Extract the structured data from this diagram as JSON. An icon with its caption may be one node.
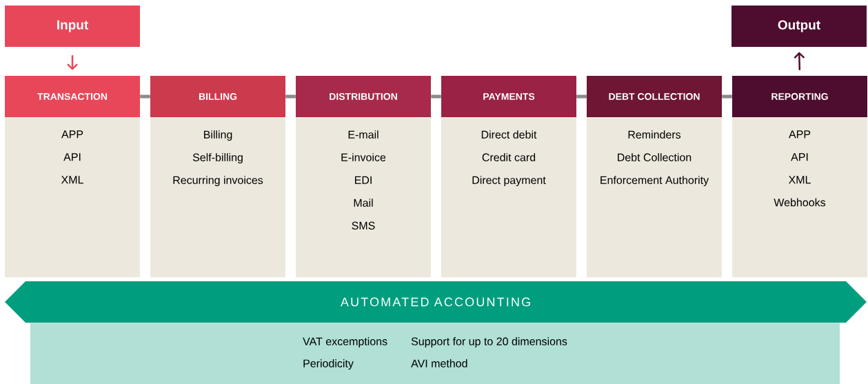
{
  "diagram": {
    "nodes": [
      {
        "text": [
          "Input"
        ]
      },
      {
        "text": [
          "Output"
        ]
      },
      {
        "text": [
          "TRANSACTION"
        ]
      },
      {
        "text": [
          "APP",
          "API",
          "XML"
        ]
      },
      {
        "text": [
          "BILLING"
        ]
      },
      {
        "text": [
          "Billing",
          "Self-billing",
          "Recurring invoices"
        ]
      },
      {
        "text": [
          "DISTRIBUTION"
        ]
      },
      {
        "text": [
          "E-mail",
          "E-invoice",
          "EDI",
          "Mail",
          "SMS"
        ]
      },
      {
        "text": [
          "PAYMENTS"
        ]
      },
      {
        "text": [
          "Direct debit",
          "Credit card",
          "Direct payment"
        ]
      },
      {
        "text": [
          "DEBT COLLECTION"
        ]
      },
      {
        "text": [
          "Reminders",
          "Debt Collection",
          "Enforcement Authority"
        ]
      },
      {
        "text": [
          "REPORTING"
        ]
      },
      {
        "text": [
          "APP",
          "API",
          "XML",
          "Webhooks"
        ]
      },
      {
        "text": [
          "AUTOMATED ACCOUNTING"
        ]
      },
      {
        "text": [
          "VAT excemptions",
          "Support for up to 20 dimensions",
          "Periodicity",
          "AVI method"
        ]
      }
    ],
    "edges": [
      {
        "from": 0,
        "to": 2,
        "arrow": "to",
        "color": "#e8475a"
      },
      {
        "from": 12,
        "to": 1,
        "arrow": "to",
        "color": "#4e0d2e"
      },
      {
        "from": 2,
        "to": 4,
        "arrow": "none"
      },
      {
        "from": 4,
        "to": 6,
        "arrow": "none"
      },
      {
        "from": 6,
        "to": 8,
        "arrow": "none"
      },
      {
        "from": 8,
        "to": 10,
        "arrow": "none"
      },
      {
        "from": 10,
        "to": 12,
        "arrow": "none"
      }
    ]
  }
}
